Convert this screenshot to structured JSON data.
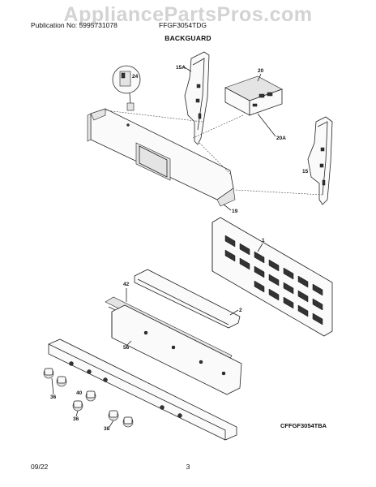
{
  "header": {
    "publication": "Publication No: 5995731078",
    "model": "FFGF3054TDG",
    "section_title": "BACKGUARD",
    "watermark": "AppliancePartsPros.com"
  },
  "callouts": {
    "c24": "24",
    "c15A": "15A",
    "c20": "20",
    "c20A": "20A",
    "c15": "15",
    "c19": "19",
    "c1": "1",
    "c42": "42",
    "c2": "2",
    "c56": "56",
    "c36a": "36",
    "c40": "40",
    "c36b": "36",
    "c38": "38"
  },
  "figure_code": "CFFGF3054TBA",
  "footer": {
    "date": "09/22",
    "page_number": "3"
  }
}
